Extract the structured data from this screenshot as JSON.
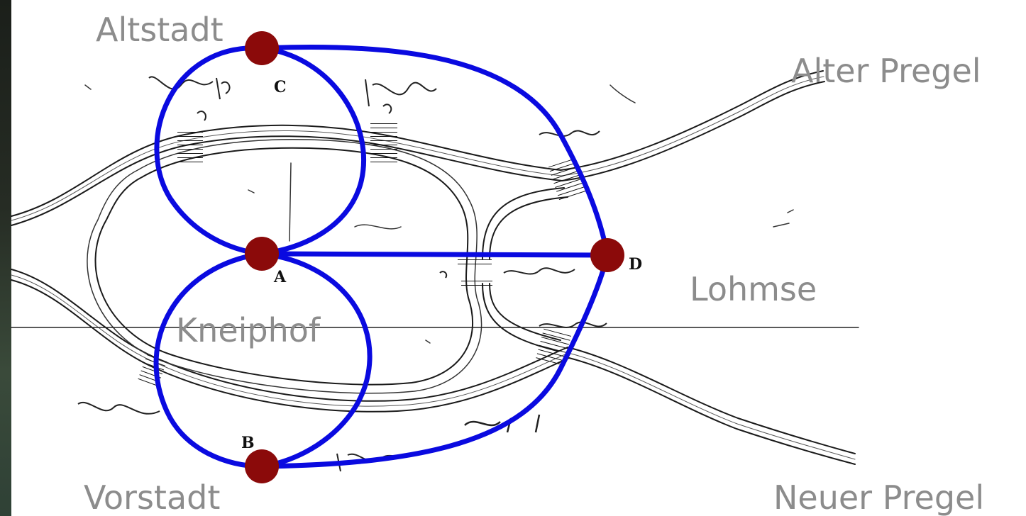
{
  "regions": {
    "altstadt": "Altstadt",
    "alter_pregel": "Alter Pregel",
    "lohmse": "Lohmse",
    "kneiphof": "Kneiphof",
    "vorstadt": "Vorstadt",
    "neuer_pregel": "Neuer Pregel"
  },
  "nodes": {
    "C": "C",
    "A": "A",
    "B": "B",
    "D": "D"
  },
  "colors": {
    "edge": "#0a0ae0",
    "node": "#8b0a0a",
    "label": "#8c8c8c",
    "ink": "#111111"
  }
}
